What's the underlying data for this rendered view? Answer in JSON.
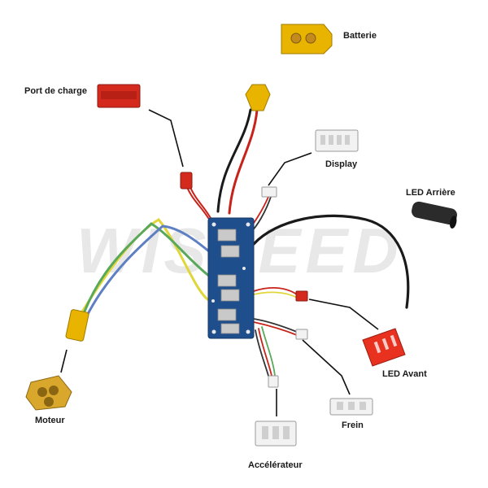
{
  "labels": {
    "battery": "Batterie",
    "charge_port": "Port de charge",
    "display": "Display",
    "rear_led": "LED Arrière",
    "front_led": "LED Avant",
    "brake": "Frein",
    "throttle": "Accélérateur",
    "motor": "Moteur"
  },
  "watermark": "WISPEED",
  "colors": {
    "board": "#1f4e8c",
    "xt60": "#e8b400",
    "charge_red": "#d42a1e",
    "motor_gold": "#d9a72c",
    "connector_white": "#f2f2f2",
    "front_led_red": "#e8321f"
  }
}
